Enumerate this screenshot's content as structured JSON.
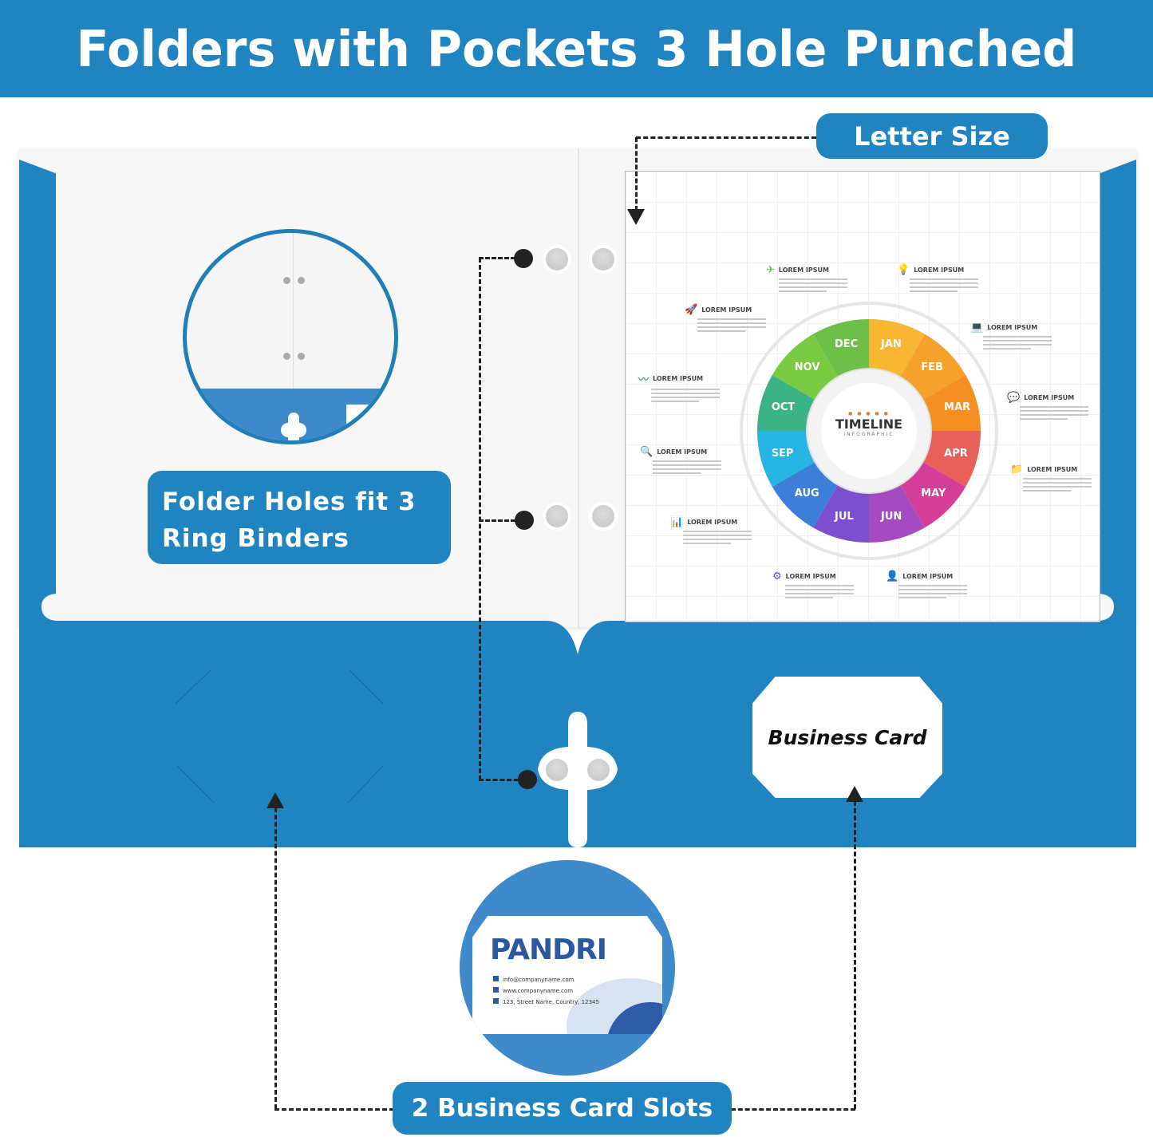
{
  "banner": {
    "title": "Folders with Pockets 3 Hole Punched",
    "bg_color": "#1f84c0"
  },
  "callouts": {
    "letter_size": "Letter Size",
    "holes": {
      "line1": "Folder Holes fit 3",
      "line2": "Ring Binders"
    },
    "business_card_slots": "2 Business Card Slots",
    "business_card_label": "Business Card"
  },
  "sheet": {
    "center_title": "TIMELINE",
    "center_subtitle": "INFOGRAPHIC",
    "months": [
      "JAN",
      "FEB",
      "MAR",
      "APR",
      "MAY",
      "JUN",
      "JUL",
      "AUG",
      "SEP",
      "OCT",
      "NOV",
      "DEC"
    ],
    "items": [
      {
        "icon": "paper-plane-icon",
        "glyph": "✈",
        "color": "#6cc04a",
        "title": "LOREM IPSUM"
      },
      {
        "icon": "lightbulb-icon",
        "glyph": "💡",
        "color": "#f7b733",
        "title": "LOREM IPSUM"
      },
      {
        "icon": "rocket-icon",
        "glyph": "🚀",
        "color": "#7ac943",
        "title": "LOREM IPSUM"
      },
      {
        "icon": "laptop-icon",
        "glyph": "💻",
        "color": "#f6a623",
        "title": "LOREM IPSUM"
      },
      {
        "icon": "trend-line-icon",
        "glyph": "〰",
        "color": "#3aaa8c",
        "title": "LOREM IPSUM"
      },
      {
        "icon": "chat-bubbles-icon",
        "glyph": "💬",
        "color": "#f39c33",
        "title": "LOREM IPSUM"
      },
      {
        "icon": "search-icon",
        "glyph": "🔍",
        "color": "#2bb3d9",
        "title": "LOREM IPSUM"
      },
      {
        "icon": "folder-icon",
        "glyph": "📁",
        "color": "#e2574c",
        "title": "LOREM IPSUM"
      },
      {
        "icon": "bar-chart-icon",
        "glyph": "📊",
        "color": "#3a7fd0",
        "title": "LOREM IPSUM"
      },
      {
        "icon": "gears-icon",
        "glyph": "⚙",
        "color": "#6a4bb8",
        "title": "LOREM IPSUM"
      },
      {
        "icon": "person-icon",
        "glyph": "👤",
        "color": "#a54bb8",
        "title": "LOREM IPSUM"
      }
    ]
  },
  "card": {
    "brand": "PANDRI",
    "email": "info@companyname.com",
    "website": "www.companyname.com",
    "address": "123, Street Name, Country, 12345"
  }
}
